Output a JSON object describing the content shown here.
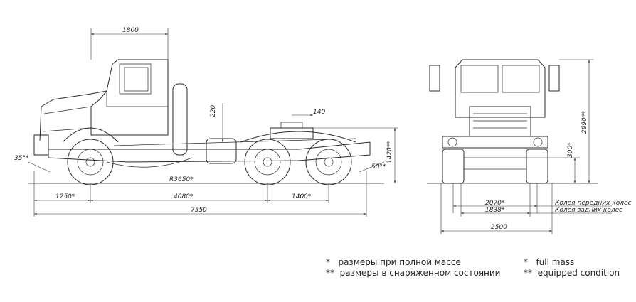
{
  "side_view": {
    "dims": {
      "cab_length": "1800",
      "hitch_height": "220",
      "saddle_offset": "140",
      "approach_angle": "35°*",
      "departure_angle": "50°*",
      "turn_radius": "R3650*",
      "frame_height": "1420**",
      "front_overhang": "1250*",
      "wheelbase": "4080*",
      "bogie_base": "1400*",
      "total_length": "7550"
    }
  },
  "front_view": {
    "dims": {
      "total_height": "2990**",
      "ground_clearance": "300*",
      "front_track": "2070*",
      "rear_track": "1838*",
      "total_width": "2500",
      "front_track_label": "Колея передних колес",
      "rear_track_label": "Колея задних колес"
    }
  },
  "legend": {
    "ru": [
      {
        "mark": "*",
        "text": "размеры при полной массе"
      },
      {
        "mark": "**",
        "text": "размеры в снаряженном состоянии"
      }
    ],
    "en": [
      {
        "mark": "*",
        "text": "full mass"
      },
      {
        "mark": "**",
        "text": "equipped condition"
      }
    ]
  }
}
